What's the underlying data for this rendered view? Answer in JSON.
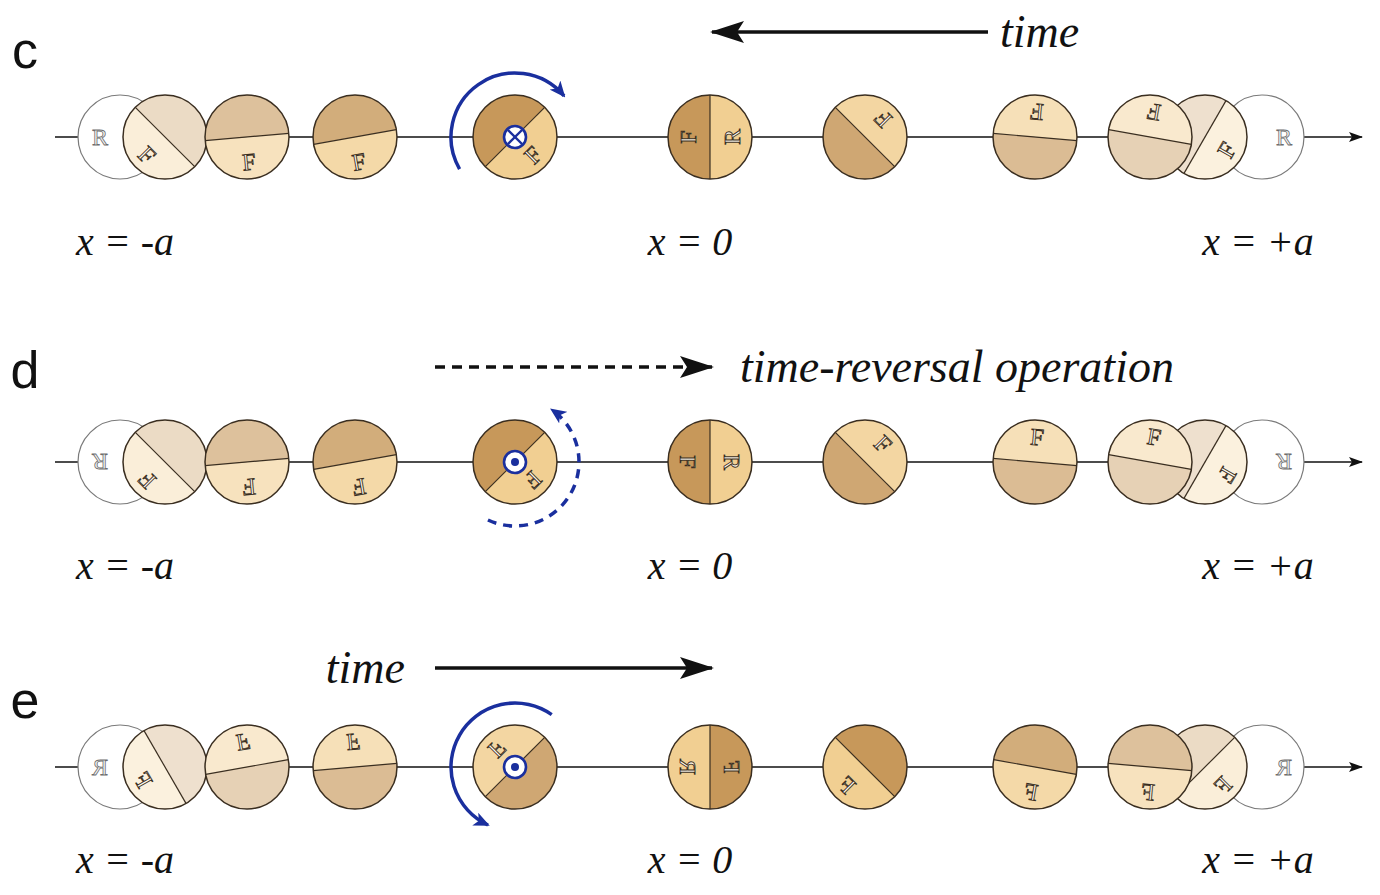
{
  "diagram": {
    "labels": [
      "c",
      "time",
      "R",
      "F",
      "F",
      "F",
      "F",
      "F",
      "R",
      "F",
      "F",
      "F",
      "F",
      "R",
      "x = -a",
      "x = 0",
      "x = +a",
      "d",
      "time-reversal operation",
      "R",
      "F",
      "F",
      "F",
      "F",
      "F",
      "R",
      "F",
      "F",
      "F",
      "F",
      "R",
      "x = -a",
      "x = 0",
      "x = +a",
      "e",
      "time",
      "R",
      "F",
      "F",
      "F",
      "F",
      "F",
      "R",
      "F",
      "F",
      "F",
      "F",
      "R",
      "x = -a",
      "x = 0",
      "x = +a"
    ]
  }
}
